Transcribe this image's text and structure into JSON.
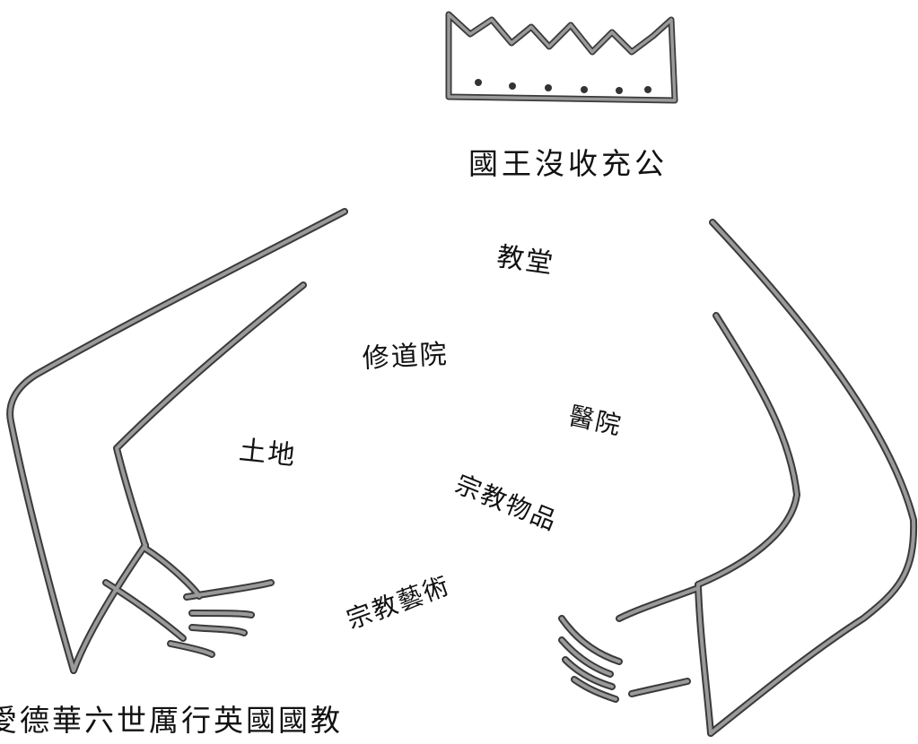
{
  "title": "國王沒收充公",
  "seized_items": {
    "church": "教堂",
    "monastery": "修道院",
    "hospital": "醫院",
    "land": "土地",
    "religious_objects": "宗教物品",
    "religious_art": "宗教藝術"
  },
  "caption": "愛德華六世厲行英國國教",
  "colors": {
    "ink": "#111111",
    "stroke": "#8a8a8a",
    "stroke_outline": "#3a3a3a",
    "background": "#ffffff"
  },
  "icons": [
    "crown-icon",
    "left-arm-icon",
    "right-arm-icon"
  ]
}
